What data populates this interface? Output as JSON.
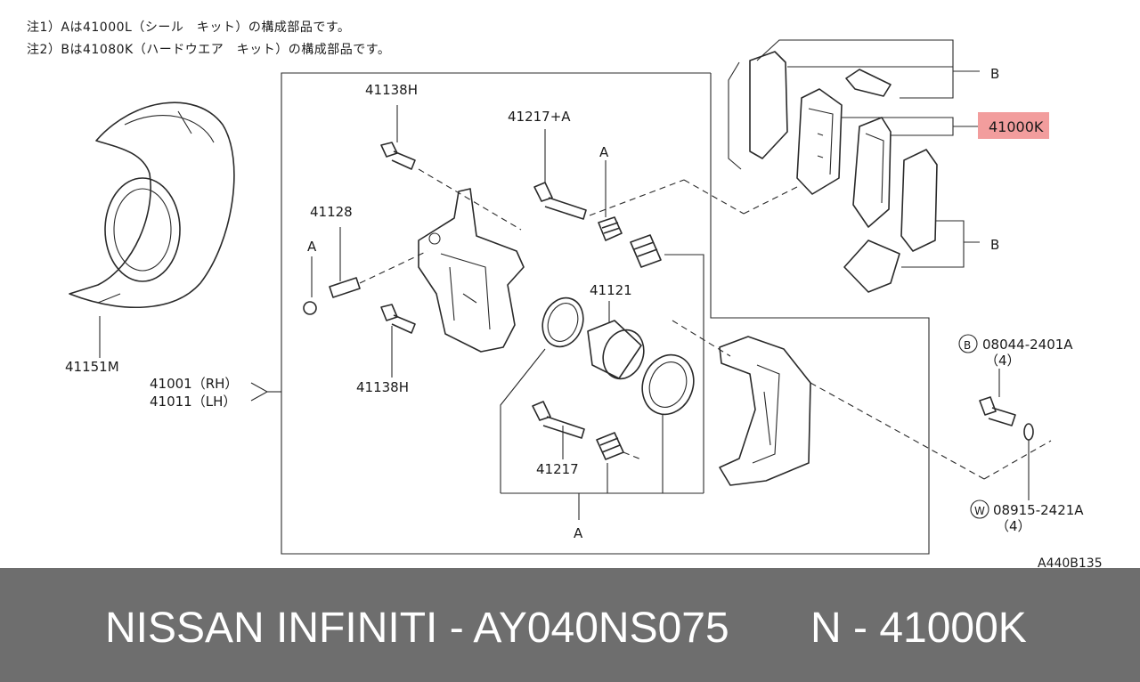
{
  "notes": [
    "注1）Aは41000L（シール　キット）の構成部品です。",
    "注2）Bは41080K（ハードウエア　キット）の構成部品です。"
  ],
  "labels": {
    "shield": "41151M",
    "caliper_rh": "41001（RH）",
    "caliper_lh": "41011（LH）",
    "bolt_top": "41138H",
    "bolt_bottom": "41138H",
    "bleeder": "41128",
    "a_bleeder": "A",
    "pin_top": "41217+A",
    "a_boot_top": "A",
    "piston": "41121",
    "pin_bottom": "41217",
    "a_bottom": "A",
    "b_top": "B",
    "b_bottom": "B",
    "pad_kit": "41000K",
    "bolt_b_code": "08044-2401A",
    "bolt_b_qty": "（4）",
    "bolt_b_circle": "B",
    "washer_code": "08915-2421A",
    "washer_qty": "（4）",
    "washer_circle": "W",
    "diagram_id": "A440B135"
  },
  "highlight_color": "#f08c8c",
  "footer": {
    "brand": "NISSAN  INFINITI - AY040NS075",
    "part": "N - 41000K"
  }
}
